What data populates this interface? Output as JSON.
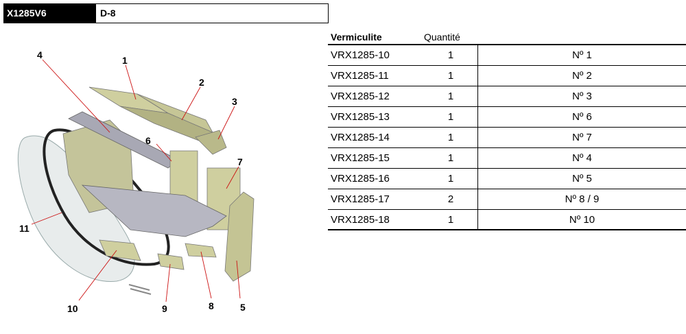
{
  "header": {
    "code": "X1285V6",
    "ref": "D-8"
  },
  "table": {
    "col_part": "Vermiculite",
    "col_qty": "Quantité",
    "rows": [
      {
        "part": "VRX1285-10",
        "qty": "1",
        "num": "Nº 1"
      },
      {
        "part": "VRX1285-11",
        "qty": "1",
        "num": "Nº 2"
      },
      {
        "part": "VRX1285-12",
        "qty": "1",
        "num": "Nº 3"
      },
      {
        "part": "VRX1285-13",
        "qty": "1",
        "num": "Nº 6"
      },
      {
        "part": "VRX1285-14",
        "qty": "1",
        "num": "Nº 7"
      },
      {
        "part": "VRX1285-15",
        "qty": "1",
        "num": "Nº 4"
      },
      {
        "part": "VRX1285-16",
        "qty": "1",
        "num": "Nº 5"
      },
      {
        "part": "VRX1285-17",
        "qty": "2",
        "num": "Nº 8 / 9"
      },
      {
        "part": "VRX1285-18",
        "qty": "1",
        "num": "Nº 10"
      }
    ]
  },
  "diagram": {
    "labels": [
      "1",
      "2",
      "3",
      "4",
      "5",
      "6",
      "7",
      "8",
      "9",
      "10",
      "11"
    ],
    "colors": {
      "panel": "#cfcf9f",
      "panel_dark": "#a9a978",
      "tray": "#b7b7c2",
      "glass": "#e8ecec",
      "leader": "#cc1111"
    }
  }
}
